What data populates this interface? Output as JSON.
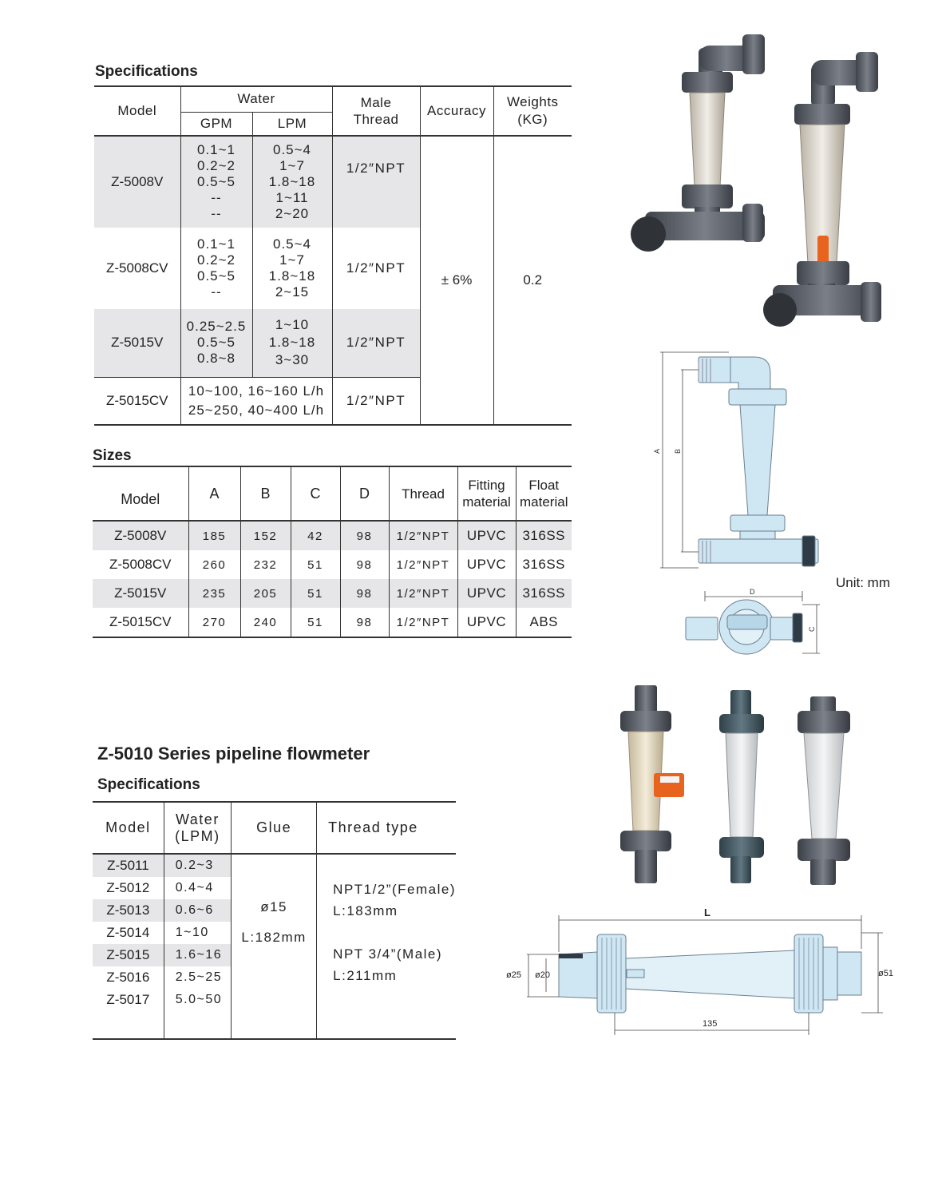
{
  "section1": {
    "heading": "Specifications",
    "headers": {
      "model": "Model",
      "water": "Water",
      "gpm": "GPM",
      "lpm": "LPM",
      "male_thread": "Male\nThread",
      "accuracy": "Accuracy",
      "weights": "Weights\n(KG)"
    },
    "rows": [
      {
        "model": "Z-5008V",
        "gpm": "0.1~1\n0.2~2\n0.5~5\n--\n--",
        "lpm": "0.5~4\n1~7\n1.8~18\n1~11\n2~20",
        "thread": "1/2″NPT"
      },
      {
        "model": "Z-5008CV",
        "gpm": "0.1~1\n0.2~2\n0.5~5\n--",
        "lpm": "0.5~4\n1~7\n1.8~18\n2~15",
        "thread": "1/2″NPT"
      },
      {
        "model": "Z-5015V",
        "gpm": "0.25~2.5\n0.5~5\n0.8~8",
        "lpm": "1~10\n1.8~18\n3~30",
        "thread": "1/2″NPT"
      },
      {
        "model": "Z-5015CV",
        "combined": "10~100, 16~160 L/h\n25~250, 40~400 L/h",
        "thread": "1/2″NPT"
      }
    ],
    "accuracy": "± 6%",
    "weight": "0.2"
  },
  "sizes": {
    "heading": "Sizes",
    "headers": [
      "Model",
      "A",
      "B",
      "C",
      "D",
      "Thread",
      "Fitting\nmaterial",
      "Float\nmaterial"
    ],
    "rows": [
      [
        "Z-5008V",
        "185",
        "152",
        "42",
        "98",
        "1/2″NPT",
        "UPVC",
        "316SS"
      ],
      [
        "Z-5008CV",
        "260",
        "232",
        "51",
        "98",
        "1/2″NPT",
        "UPVC",
        "316SS"
      ],
      [
        "Z-5015V",
        "235",
        "205",
        "51",
        "98",
        "1/2″NPT",
        "UPVC",
        "316SS"
      ],
      [
        "Z-5015CV",
        "270",
        "240",
        "51",
        "98",
        "1/2″NPT",
        "UPVC",
        "ABS"
      ]
    ]
  },
  "section2": {
    "title": "Z-5010 Series pipeline flowmeter",
    "heading": "Specifications",
    "headers": {
      "model": "Model",
      "water": "Water\n(LPM)",
      "glue": "Glue",
      "thread_type": "Thread type"
    },
    "rows": [
      {
        "model": "Z-5011",
        "lpm": "0.2~3"
      },
      {
        "model": "Z-5012",
        "lpm": "0.4~4"
      },
      {
        "model": "Z-5013",
        "lpm": "0.6~6"
      },
      {
        "model": "Z-5014",
        "lpm": "1~10"
      },
      {
        "model": "Z-5015",
        "lpm": "1.6~16"
      },
      {
        "model": "Z-5016",
        "lpm": "2.5~25"
      },
      {
        "model": "Z-5017",
        "lpm": "5.0~50"
      }
    ],
    "glue": "ø15\nL:182mm",
    "thread": "NPT1/2”(Female)\nL:183mm\n\nNPT 3/4”(Male)\nL:211mm"
  },
  "diagram1": {
    "dim_a": "A",
    "dim_b": "B",
    "dim_c": "C",
    "dim_d": "D",
    "unit": "Unit: mm"
  },
  "diagram2": {
    "dim_l": "L",
    "dim_25": "ø25",
    "dim_20": "ø20",
    "dim_51": "ø51",
    "dim_135": "135"
  },
  "colors": {
    "table_shade": "#e6e6e8",
    "drawing_fill": "#cfe6f3",
    "float_orange": "#e8641e",
    "pvc_gray": "#5d6168"
  }
}
